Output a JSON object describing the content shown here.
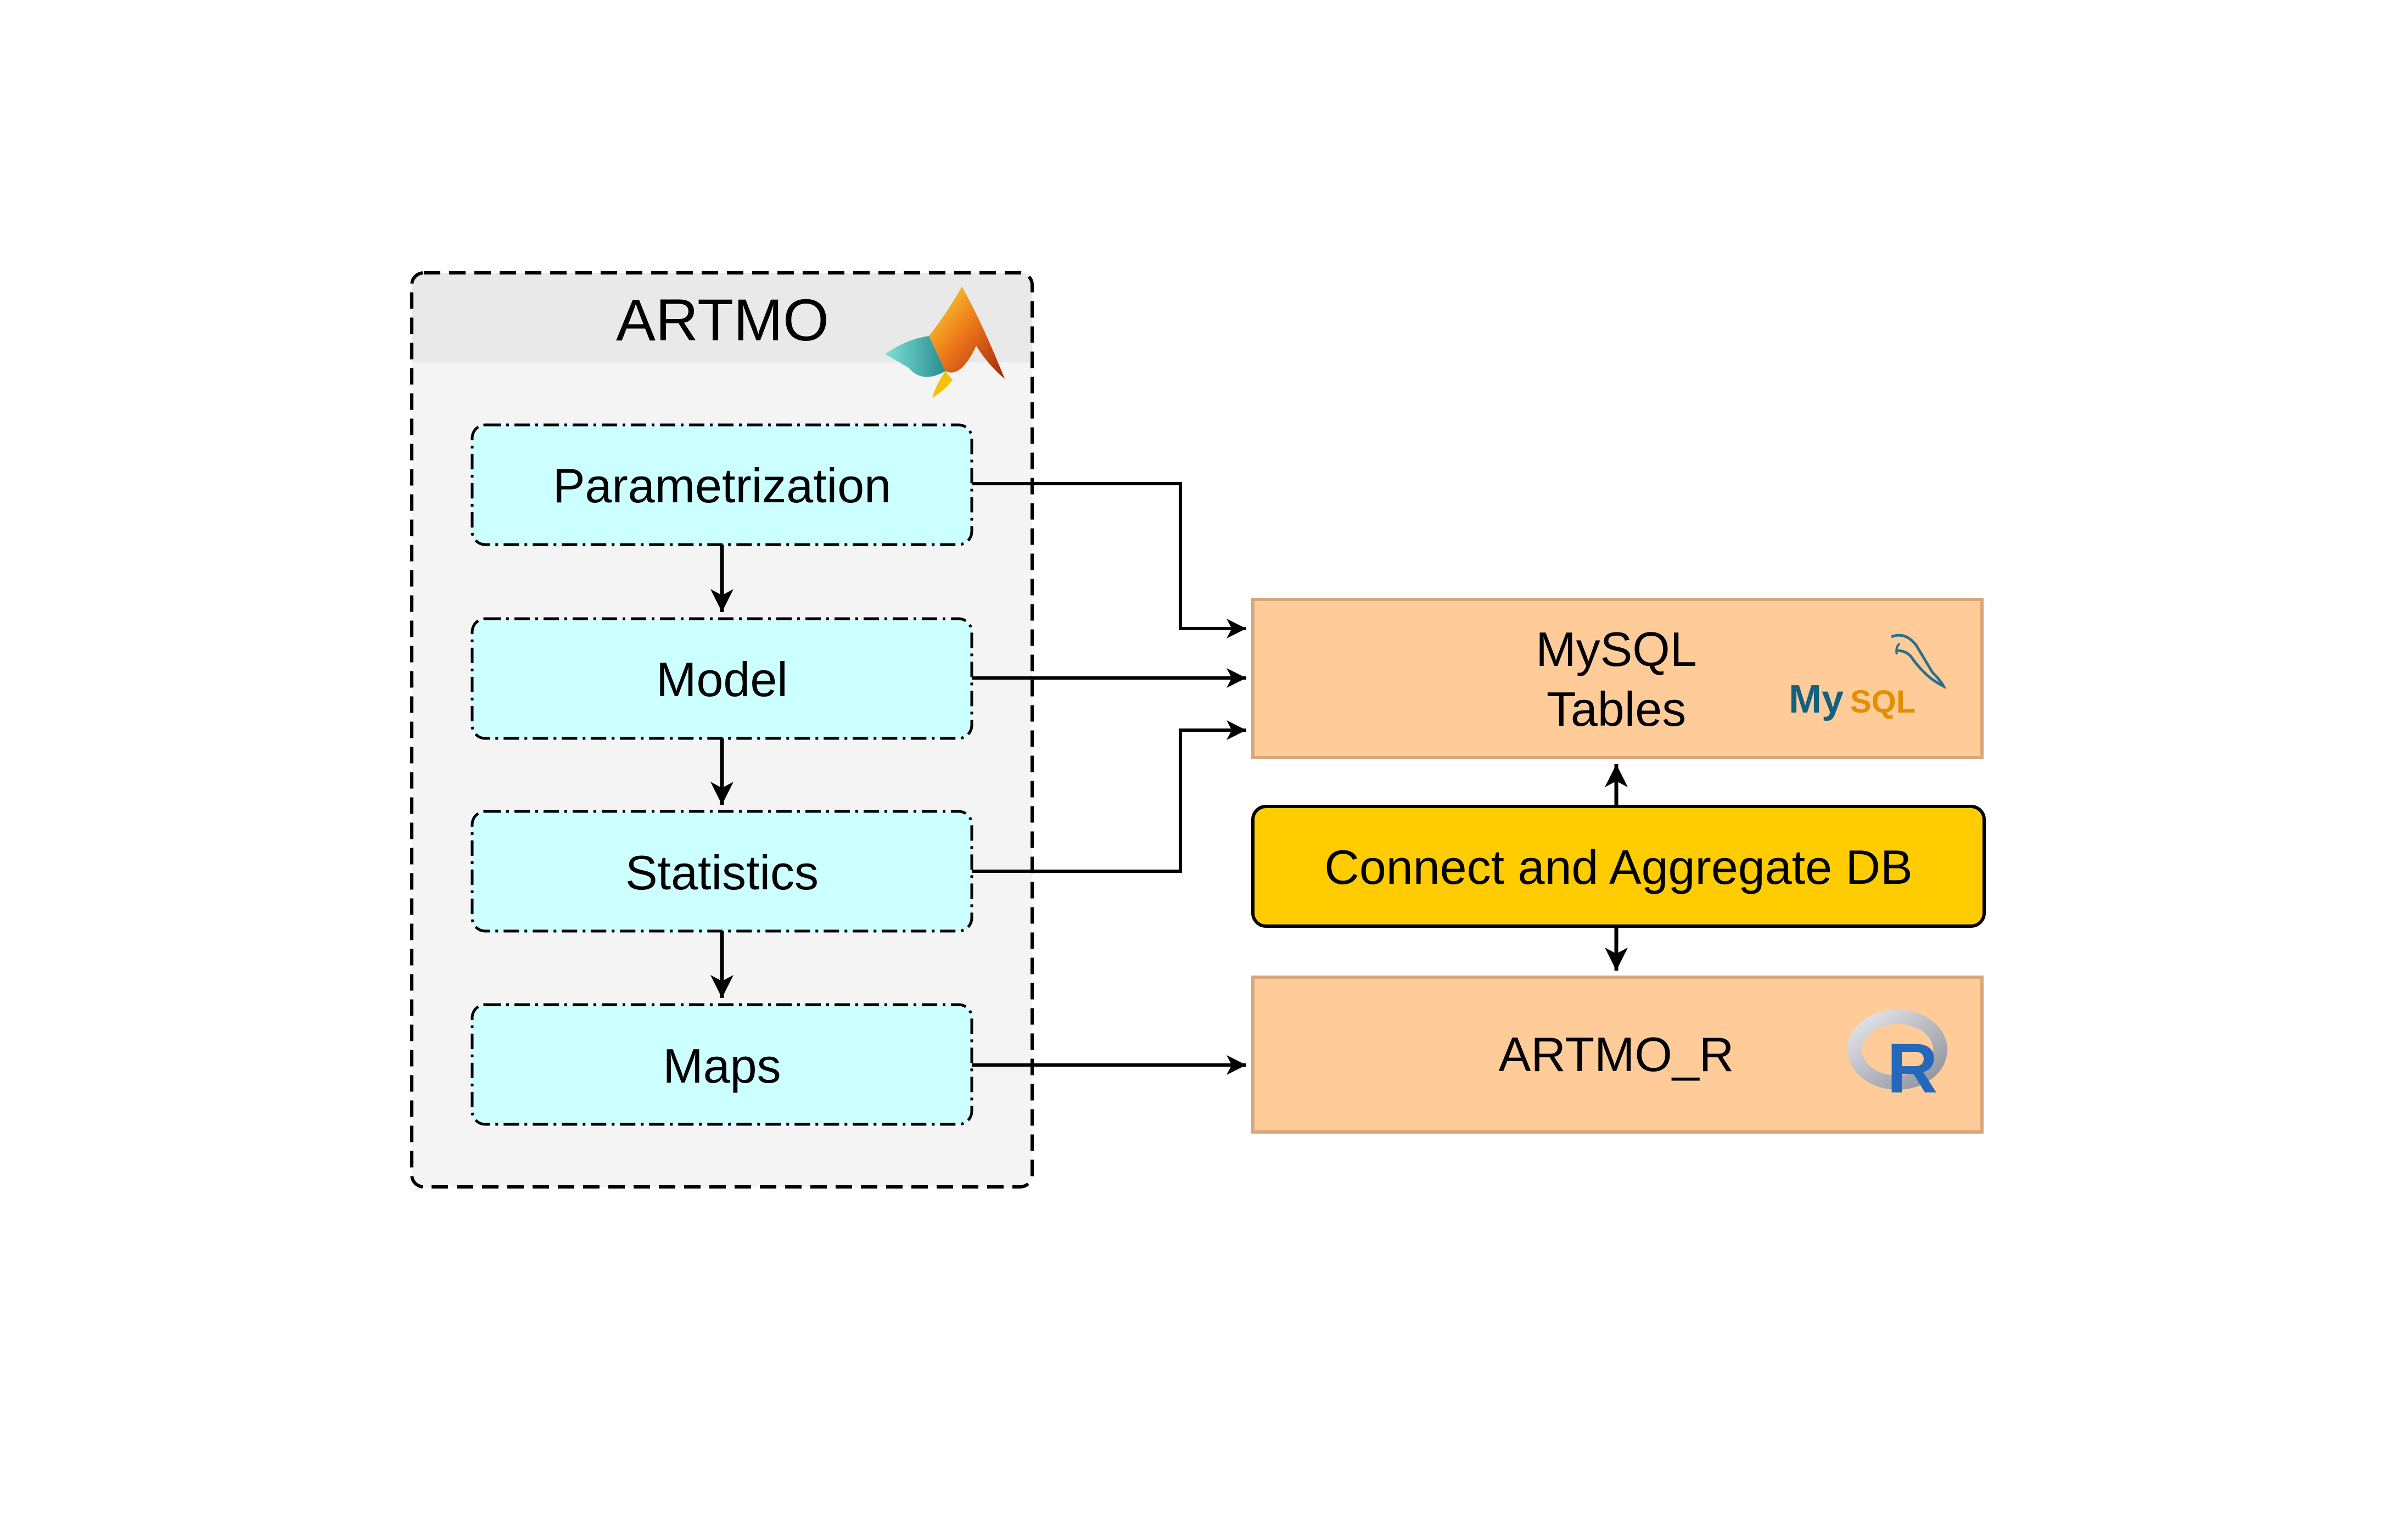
{
  "artmo_group": {
    "title": "ARTMO",
    "logo_icon": "matlab-logo-icon",
    "background": "#f4f4f4",
    "header_background": "#e9e9e9"
  },
  "steps": [
    {
      "key": "parametrization",
      "label": "Parametrization"
    },
    {
      "key": "model",
      "label": "Model"
    },
    {
      "key": "statistics",
      "label": "Statistics"
    },
    {
      "key": "maps",
      "label": "Maps"
    }
  ],
  "step_color": "#ccffff",
  "mysql": {
    "label_line1": "MySQL",
    "label_line2": "Tables",
    "logo_icon": "mysql-logo-icon",
    "logo_text_my": "My",
    "logo_text_sql": "SQL"
  },
  "connect": {
    "label": "Connect and Aggregate DB",
    "color": "#ffcc00"
  },
  "artmo_r": {
    "label": "ARTMO_R",
    "logo_icon": "r-logo-icon",
    "logo_letter": "R"
  },
  "target_color": "#ffcc99"
}
